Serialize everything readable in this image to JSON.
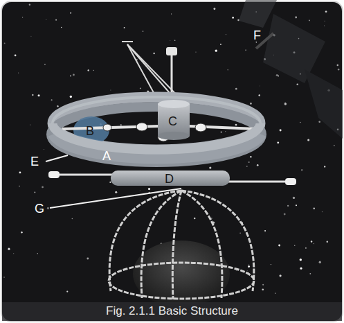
{
  "diagram": {
    "caption": "Fig. 2.1.1 Basic Structure",
    "labels": [
      "F",
      "C",
      "B",
      "A",
      "E",
      "D",
      "G"
    ]
  }
}
